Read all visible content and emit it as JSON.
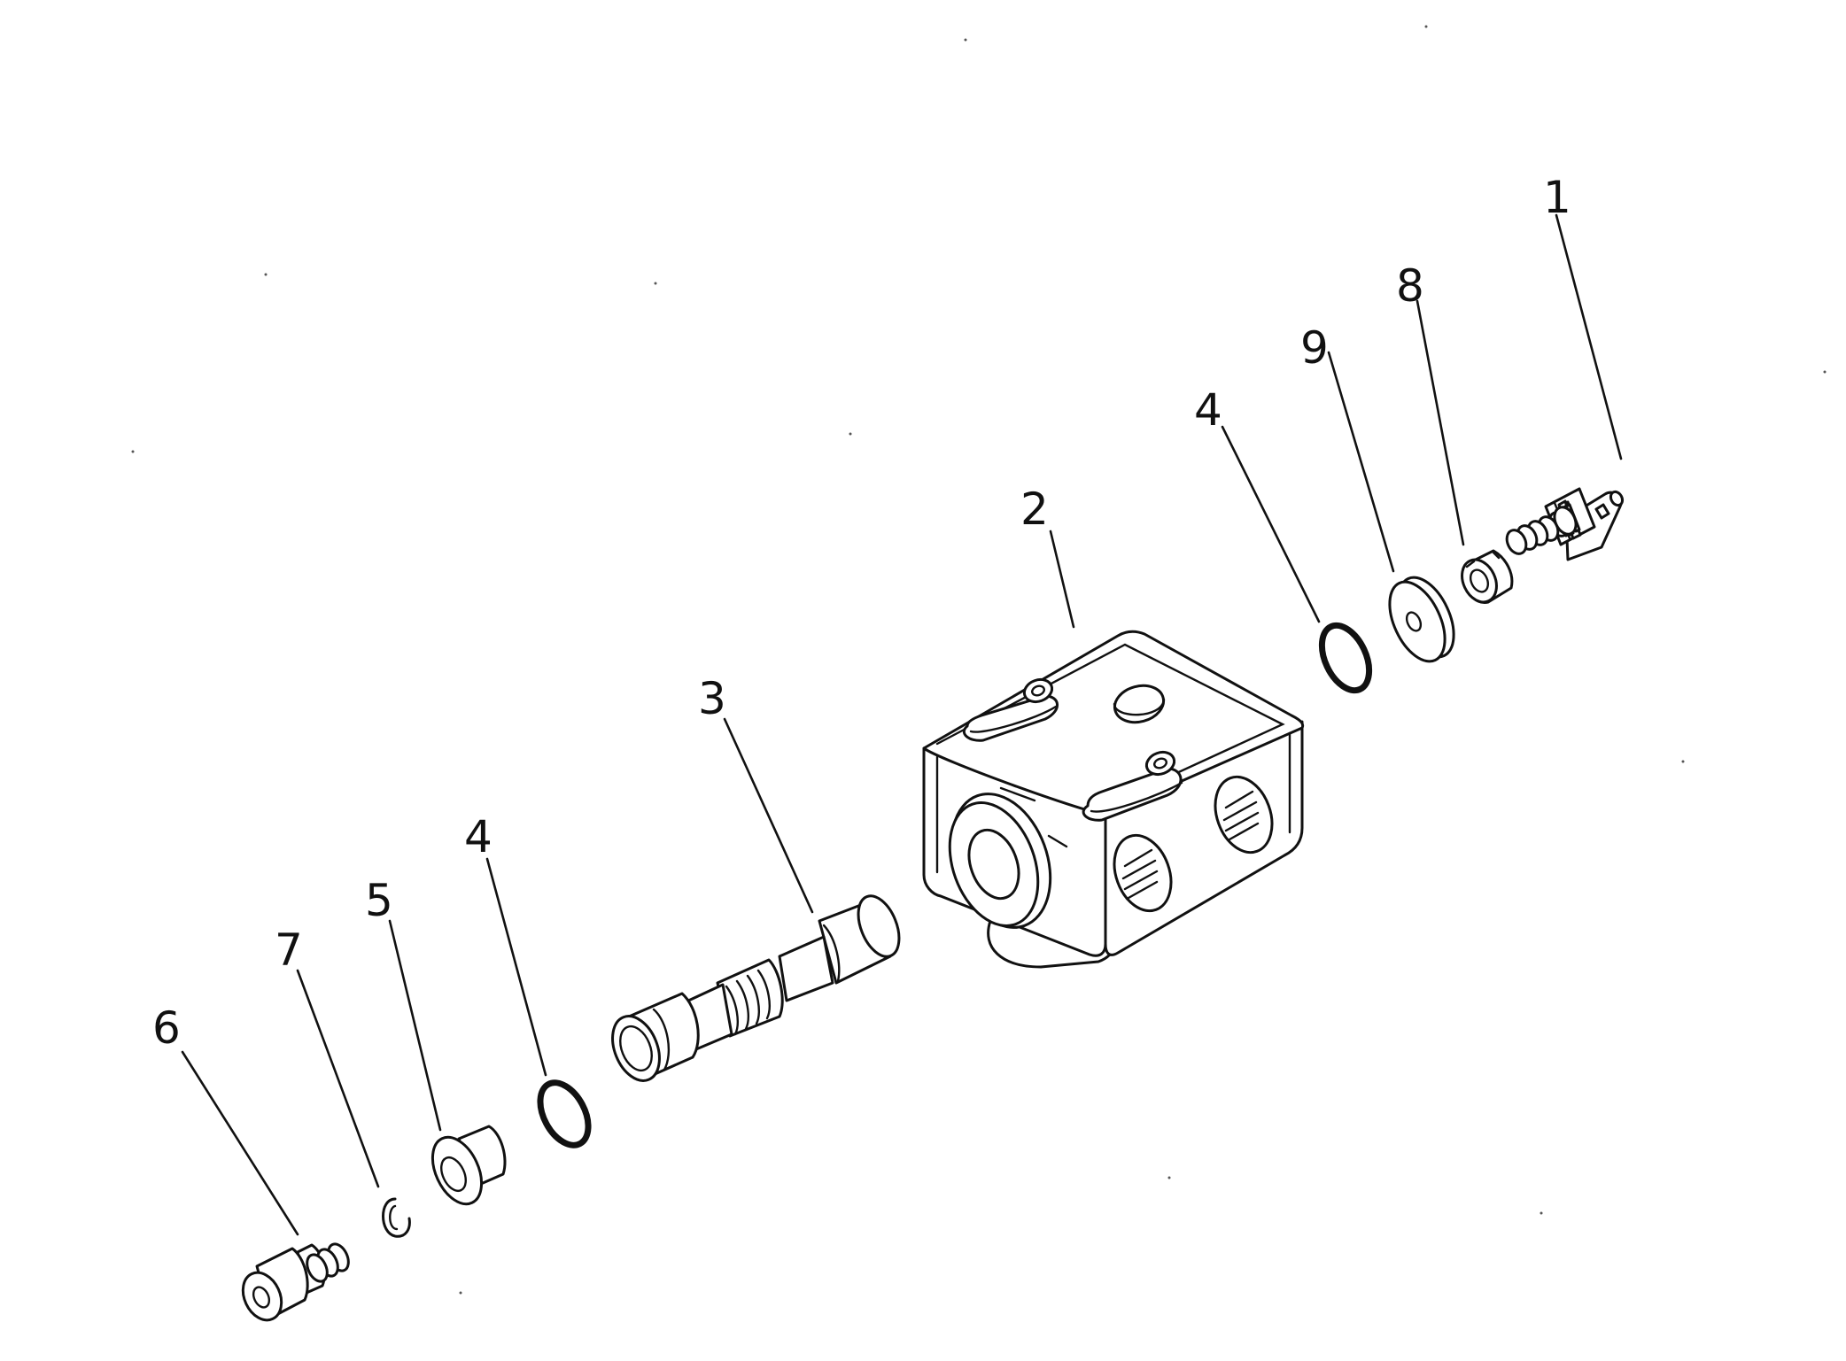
{
  "diagram": {
    "callouts": [
      {
        "id": "c1",
        "label": "1"
      },
      {
        "id": "c2",
        "label": "2"
      },
      {
        "id": "c3",
        "label": "3"
      },
      {
        "id": "c4a",
        "label": "4"
      },
      {
        "id": "c4b",
        "label": "4"
      },
      {
        "id": "c5",
        "label": "5"
      },
      {
        "id": "c6",
        "label": "6"
      },
      {
        "id": "c7",
        "label": "7"
      },
      {
        "id": "c8",
        "label": "8"
      },
      {
        "id": "c9",
        "label": "9"
      }
    ]
  },
  "colors": {
    "line": "#111111",
    "background": "#ffffff"
  }
}
